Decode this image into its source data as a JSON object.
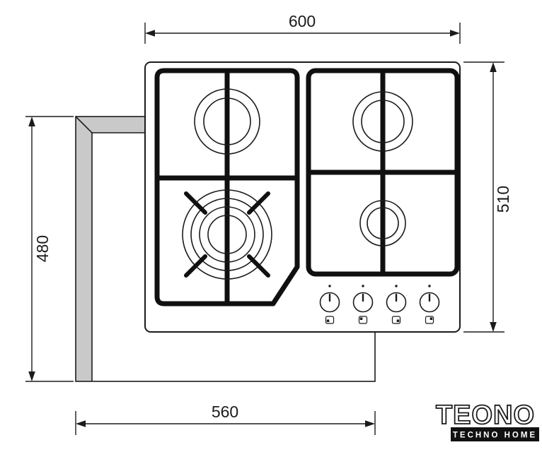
{
  "dimensions": {
    "width_top": "600",
    "height_right": "510",
    "height_left": "480",
    "width_bottom": "560"
  },
  "logo": {
    "brand": "TEONO",
    "subtitle": "TECHNO HOME"
  },
  "colors": {
    "line": "#1b1b1b",
    "grate": "#101010",
    "cutout_fill": "#c9c9c9",
    "logo_bar": "#111111",
    "background": "#ffffff"
  }
}
